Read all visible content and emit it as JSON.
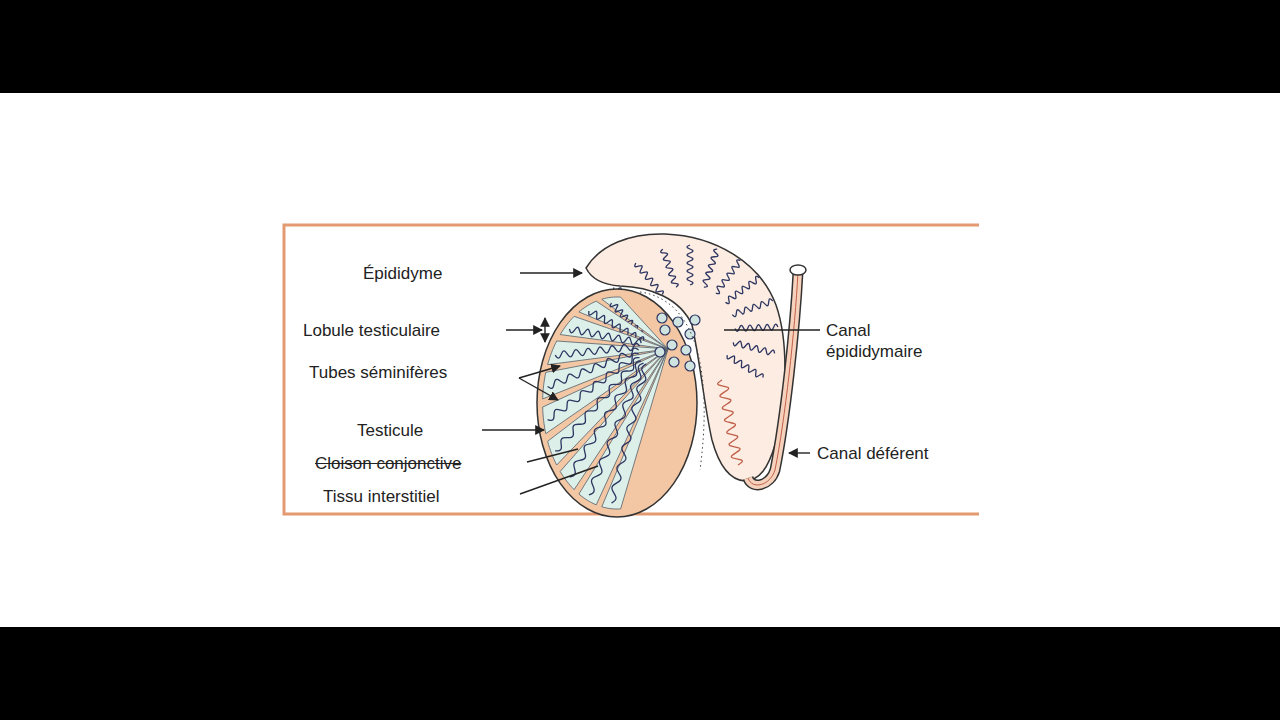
{
  "diagram": {
    "labels": [
      "Épididyme",
      "Lobule testiculaire",
      "Tubes séminifères",
      "Testicule",
      "Cloison conjonctive",
      "Tissu interstitiel",
      "Canal épididymaire",
      "Canal déférent"
    ]
  }
}
